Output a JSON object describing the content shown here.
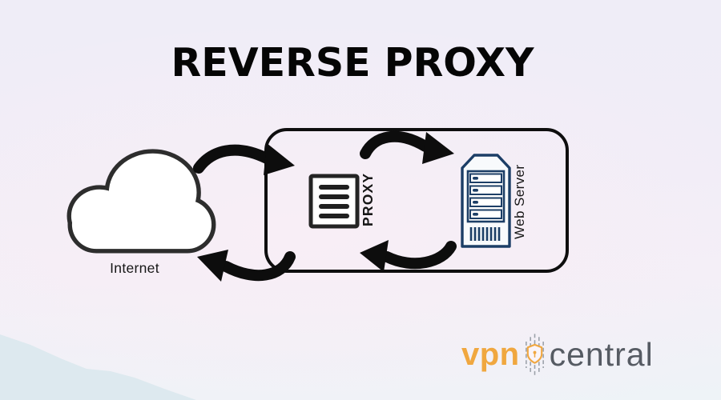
{
  "title": "REVERSE PROXY",
  "diagram": {
    "internet_label": "Internet",
    "proxy_label": "PROXY",
    "web_server_label": "Web Server"
  },
  "logo": {
    "vpn": "vpn",
    "central": "central"
  },
  "icons": {
    "cloud": "internet-cloud-icon",
    "proxy": "proxy-list-icon",
    "server": "web-server-rack-icon",
    "logo_shield": "shield-keyhole-icon"
  },
  "colors": {
    "arrow": "#0d0d0d",
    "box_border": "#0e0e0e",
    "cloud_stroke": "#2d2d2d",
    "server_stroke": "#1c3e66",
    "proxy_stroke": "#242424",
    "logo_orange": "#f0a73f",
    "logo_gray": "#565b63",
    "mountain": "#dbe8ee",
    "label": "#161616"
  }
}
